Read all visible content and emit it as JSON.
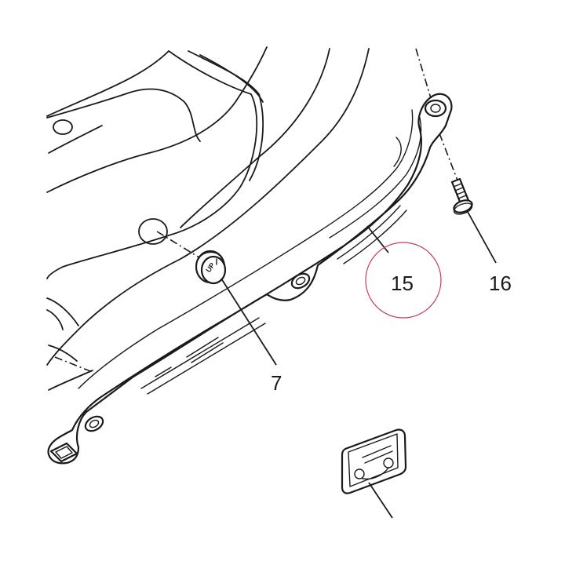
{
  "diagram": {
    "callouts": {
      "part_7": "7",
      "part_15": "15",
      "part_16": "16"
    },
    "grommet_marking": "UP",
    "highlight_color": "#c0405a",
    "line_color": "#1a1a1a"
  }
}
